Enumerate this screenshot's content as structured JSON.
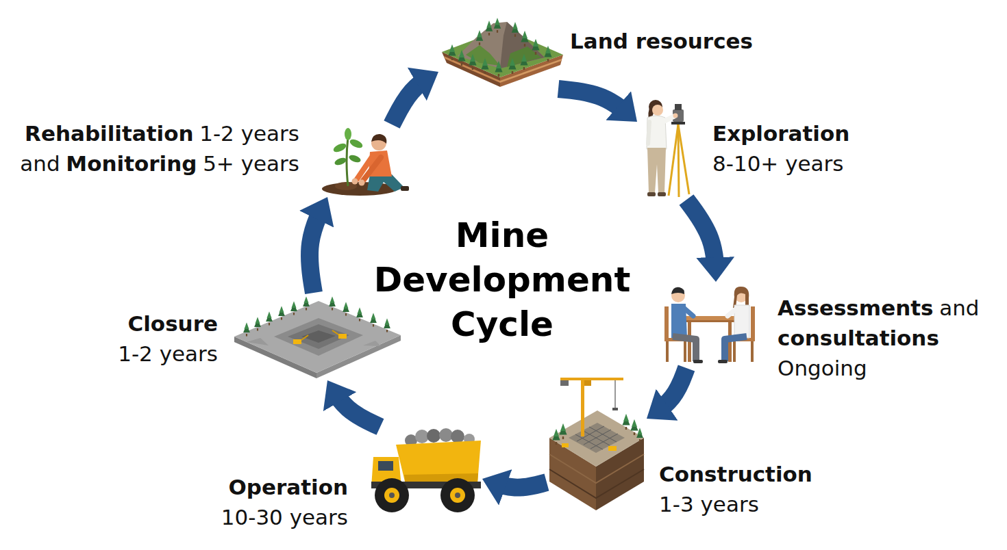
{
  "diagram": {
    "title": "Mine Development Cycle",
    "nodes": [
      {
        "text": [
          "Land resources"
        ]
      },
      {
        "text": [
          "Exploration",
          "8-10+ years"
        ]
      },
      {
        "text": [
          "Assessments",
          "and",
          "consultations",
          "Ongoing"
        ]
      },
      {
        "text": [
          "Construction",
          "1-3 years"
        ]
      },
      {
        "text": [
          "Operation",
          "10-30 years"
        ]
      },
      {
        "text": [
          "Closure",
          "1-2 years"
        ]
      },
      {
        "text": [
          "Rehabilitation",
          "1-2 years",
          "and",
          "Monitoring",
          "5+ years"
        ]
      }
    ],
    "edges": [
      {
        "from": 0,
        "to": 1,
        "arrow": "to"
      },
      {
        "from": 1,
        "to": 2,
        "arrow": "to"
      },
      {
        "from": 2,
        "to": 3,
        "arrow": "to"
      },
      {
        "from": 3,
        "to": 4,
        "arrow": "to"
      },
      {
        "from": 4,
        "to": 5,
        "arrow": "to"
      },
      {
        "from": 5,
        "to": 6,
        "arrow": "to"
      },
      {
        "from": 6,
        "to": 0,
        "arrow": "to"
      }
    ]
  }
}
